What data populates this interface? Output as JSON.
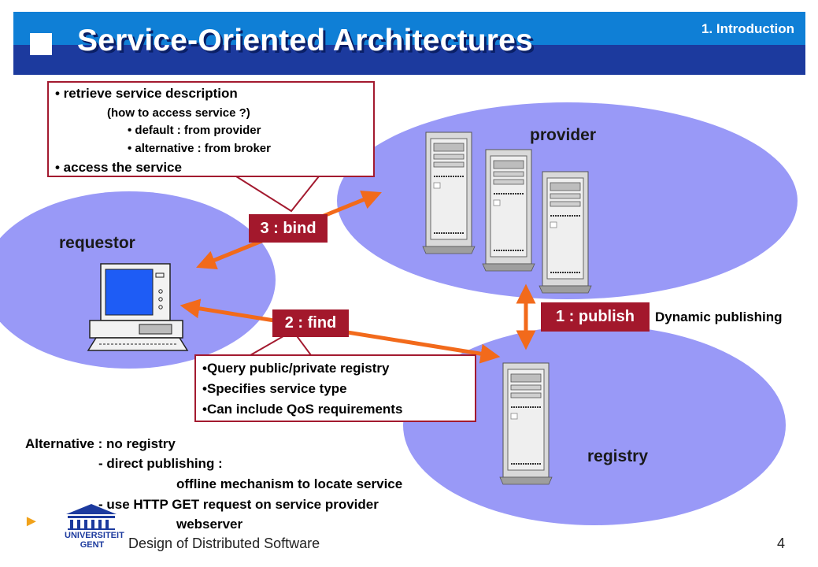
{
  "header": {
    "title": "Service-Oriented Architectures",
    "section": "1. Introduction"
  },
  "nodes": {
    "provider": "provider",
    "requestor": "requestor",
    "registry": "registry"
  },
  "steps": {
    "bind": "3 : bind",
    "find": "2 : find",
    "publish": "1 : publish"
  },
  "dynamic_publishing": "Dynamic publishing",
  "bind_callout": {
    "line1": "• retrieve service description",
    "line2": "(how to access service ?)",
    "line3": "• default : from provider",
    "line4": "• alternative : from broker",
    "line5": "• access the service"
  },
  "find_callout": {
    "line1": "•Query public/private registry",
    "line2": "•Specifies service type",
    "line3": "•Can include QoS requirements"
  },
  "alternative": {
    "line1": "Alternative : no registry",
    "line2": "- direct publishing :",
    "line3": "offline mechanism to locate service",
    "line4": "- use HTTP GET request on service provider",
    "line5": "webserver"
  },
  "footer": {
    "course": "Design of Distributed Software",
    "page": "4",
    "logo_text": "UNIVERSITEIT GENT"
  },
  "colors": {
    "header_dark": "#1c3a9e",
    "header_light": "#0f7fd6",
    "blob": "#9999f7",
    "step": "#a3182c",
    "arrow": "#f26a1b"
  }
}
